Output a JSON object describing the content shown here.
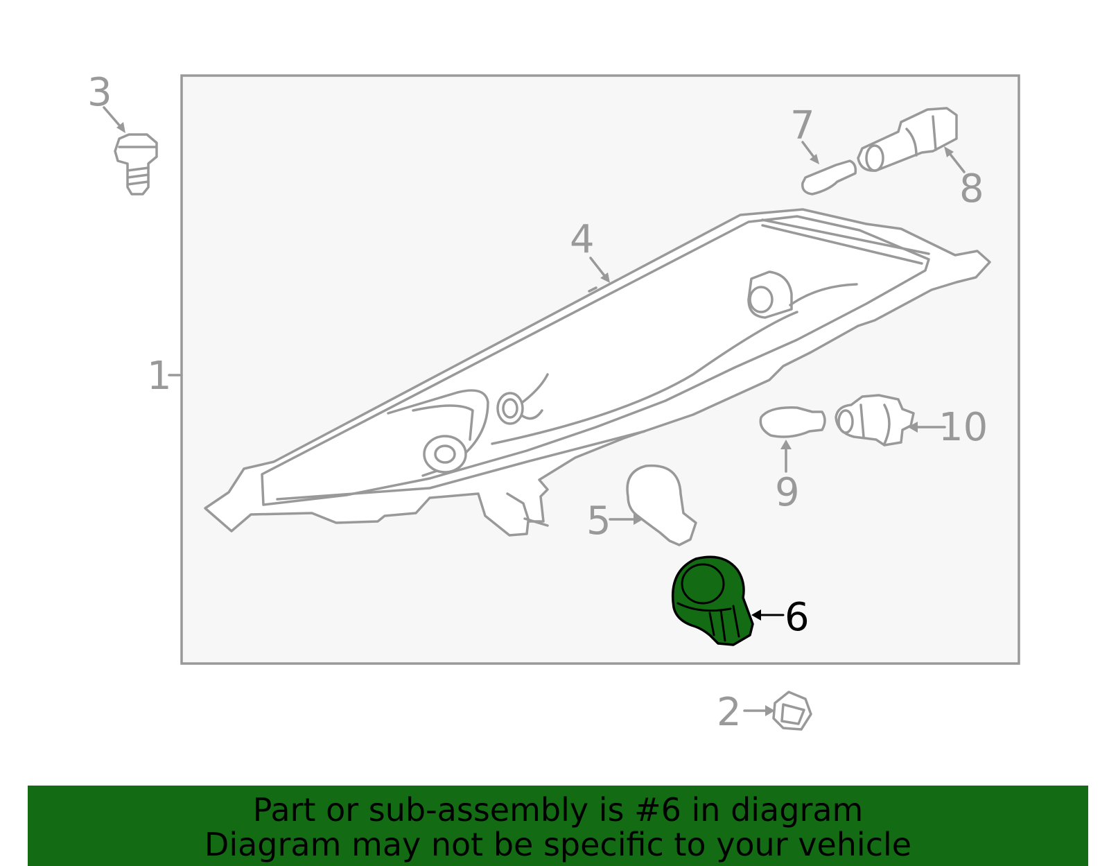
{
  "callouts": {
    "c1": "1",
    "c2": "2",
    "c3": "3",
    "c4": "4",
    "c5": "5",
    "c6": "6",
    "c7": "7",
    "c8": "8",
    "c9": "9",
    "c10": "10"
  },
  "highlighted_part": "6",
  "banner": {
    "line1": "Part or sub-assembly is #6 in diagram",
    "line2": "Diagram may not be specific to your vehicle"
  },
  "colors": {
    "highlight": "#136b13",
    "outline": "#999999",
    "frame_fill": "#f7f7f7"
  }
}
